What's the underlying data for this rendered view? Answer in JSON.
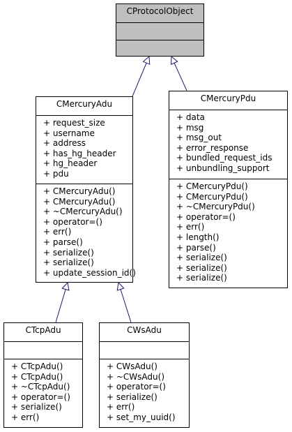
{
  "classes": {
    "protocol_object": {
      "name": "CProtocolObject",
      "attributes": [],
      "methods": []
    },
    "mercury_adu": {
      "name": "CMercuryAdu",
      "attributes": [
        "+ request_size",
        "+ username",
        "+ address",
        "+ has_hg_header",
        "+ hg_header",
        "+ pdu"
      ],
      "methods": [
        "+ CMercuryAdu()",
        "+ CMercuryAdu()",
        "+ ~CMercuryAdu()",
        "+ operator=()",
        "+ err()",
        "+ parse()",
        "+ serialize()",
        "+ serialize()",
        "+ update_session_id()"
      ]
    },
    "mercury_pdu": {
      "name": "CMercuryPdu",
      "attributes": [
        "+ data",
        "+ msg",
        "+ msg_out",
        "+ error_response",
        "+ bundled_request_ids",
        "+ unbundling_support"
      ],
      "methods": [
        "+ CMercuryPdu()",
        "+ CMercuryPdu()",
        "+ ~CMercuryPdu()",
        "+ operator=()",
        "+ err()",
        "+ length()",
        "+ parse()",
        "+ serialize()",
        "+ serialize()",
        "+ serialize()"
      ]
    },
    "tcp_adu": {
      "name": "CTcpAdu",
      "attributes": [],
      "methods": [
        "+ CTcpAdu()",
        "+ CTcpAdu()",
        "+ ~CTcpAdu()",
        "+ operator=()",
        "+ serialize()",
        "+ err()"
      ]
    },
    "ws_adu": {
      "name": "CWsAdu",
      "attributes": [],
      "methods": [
        "+ CWsAdu()",
        "+ ~CWsAdu()",
        "+ operator=()",
        "+ serialize()",
        "+ err()",
        "+ set_my_uuid()"
      ]
    }
  },
  "colors": {
    "edge": "#191970",
    "highlight": "#bfbfbf"
  }
}
